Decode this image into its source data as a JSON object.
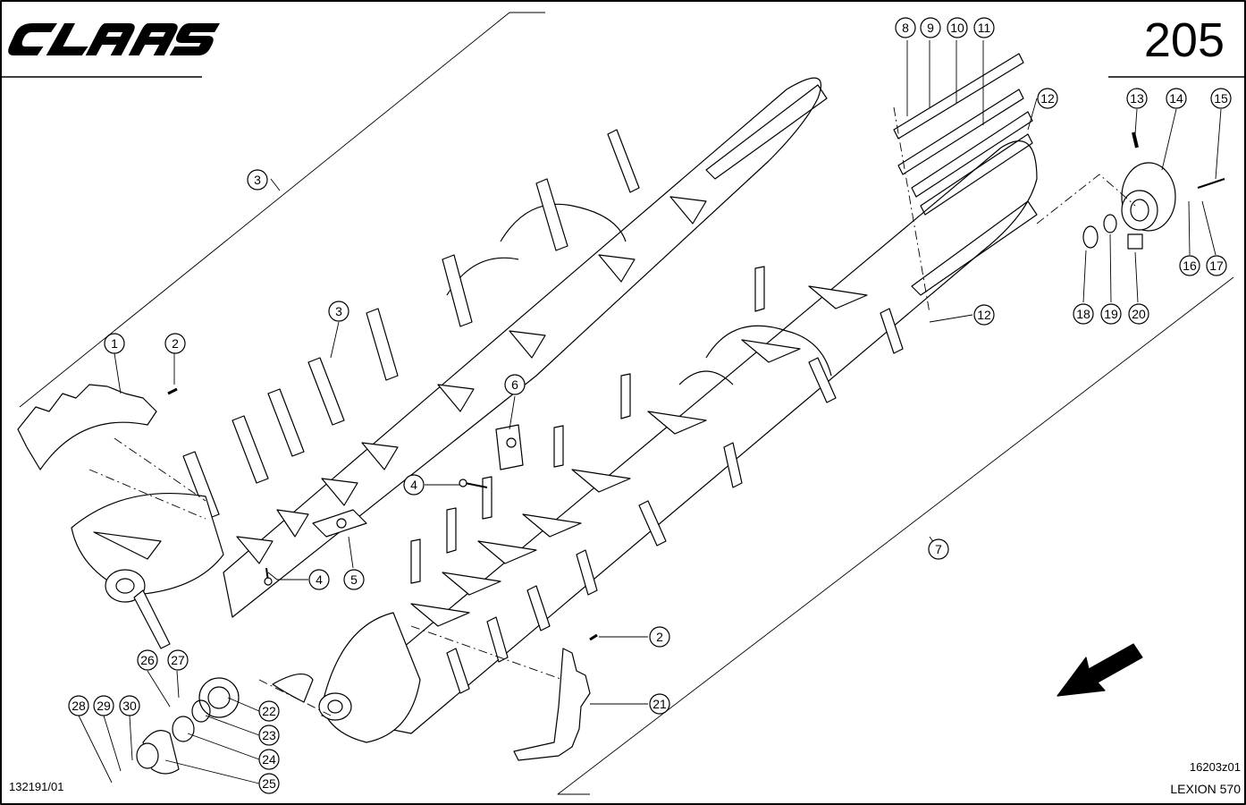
{
  "header": {
    "brand_logo": "CLAAS",
    "page_number": "205"
  },
  "footer": {
    "document_code": "132191/01",
    "drawing_ref": "16203z01",
    "model": "LEXION 570"
  },
  "callouts": [
    {
      "label": "1"
    },
    {
      "label": "2"
    },
    {
      "label": "3"
    },
    {
      "label": "3"
    },
    {
      "label": "4"
    },
    {
      "label": "4"
    },
    {
      "label": "5"
    },
    {
      "label": "6"
    },
    {
      "label": "7"
    },
    {
      "label": "8"
    },
    {
      "label": "9"
    },
    {
      "label": "10"
    },
    {
      "label": "11"
    },
    {
      "label": "12"
    },
    {
      "label": "12"
    },
    {
      "label": "13"
    },
    {
      "label": "14"
    },
    {
      "label": "15"
    },
    {
      "label": "16"
    },
    {
      "label": "17"
    },
    {
      "label": "18"
    },
    {
      "label": "19"
    },
    {
      "label": "20"
    },
    {
      "label": "2"
    },
    {
      "label": "21"
    },
    {
      "label": "22"
    },
    {
      "label": "23"
    },
    {
      "label": "24"
    },
    {
      "label": "25"
    },
    {
      "label": "26"
    },
    {
      "label": "27"
    },
    {
      "label": "28"
    },
    {
      "label": "29"
    },
    {
      "label": "30"
    }
  ],
  "icons": {
    "direction_arrow": "arrow-down-left-icon"
  }
}
